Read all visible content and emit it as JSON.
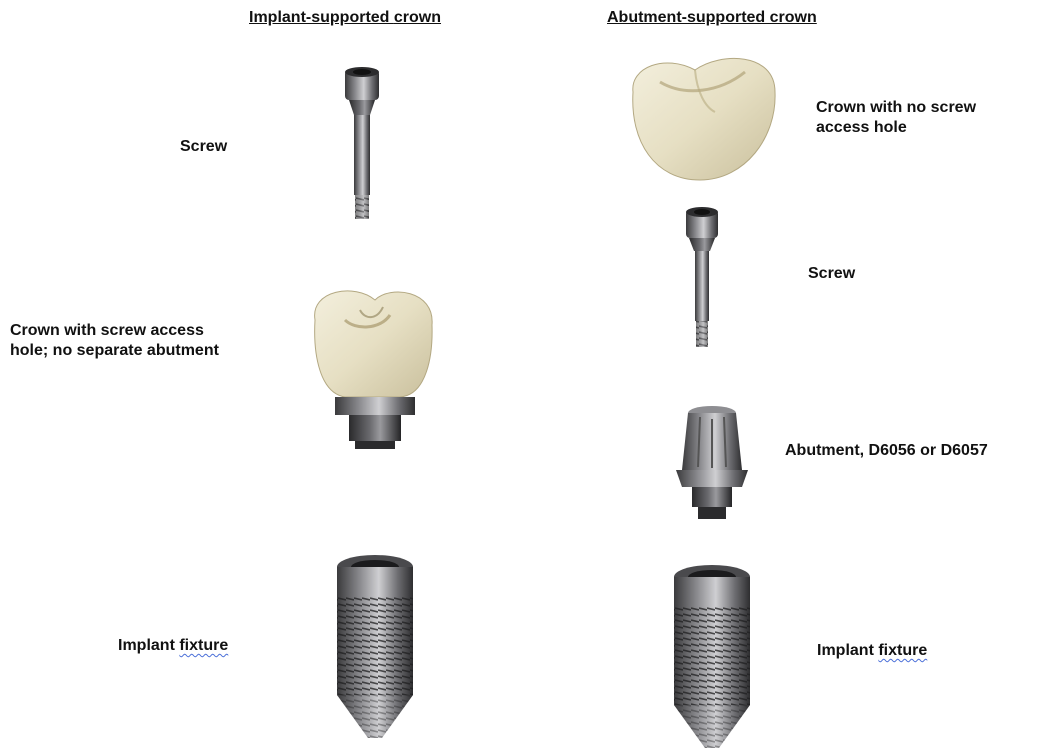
{
  "columns": {
    "implant": {
      "title_pre": "Implant-supported ",
      "title_post": "crown",
      "labels": {
        "screw": "Screw",
        "crown_line1": "Crown with screw access",
        "crown_line2": "hole; no separate abutment",
        "fixture_pre": "Implant ",
        "fixture_post": "fixture"
      }
    },
    "abutment": {
      "title": "Abutment-supported crown",
      "labels": {
        "crown_line1": "Crown with no screw",
        "crown_line2": "access hole",
        "screw": "Screw",
        "abutment": "Abutment, D6056 or D6057",
        "fixture_pre": "Implant ",
        "fixture_post": "fixture"
      }
    }
  }
}
